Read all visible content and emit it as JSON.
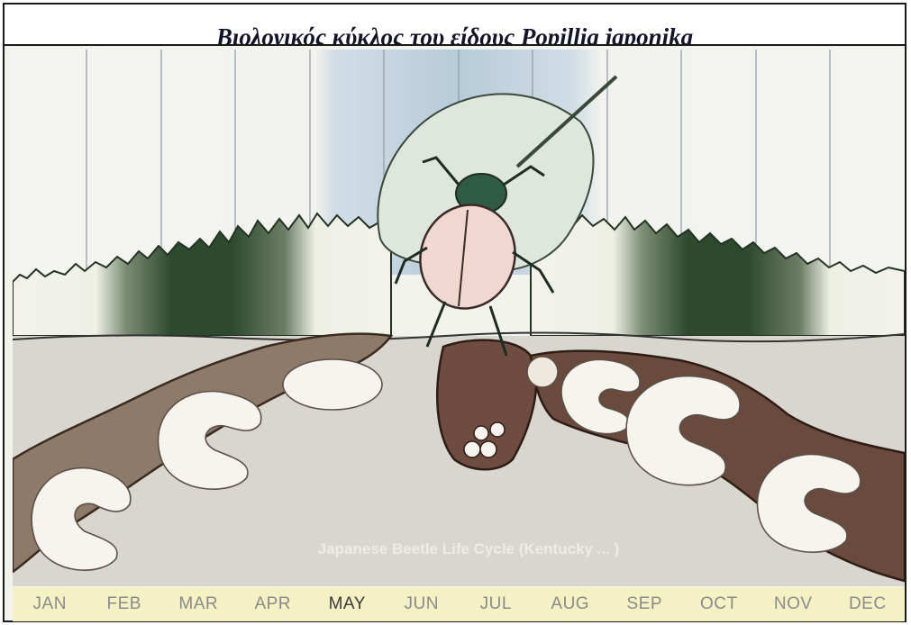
{
  "title": "Βιολογικός κύκλος του είδους  Popillia japonika",
  "months": [
    "JAN",
    "FEB",
    "MAR",
    "APR",
    "MAY",
    "JUN",
    "JUL",
    "AUG",
    "SEP",
    "OCT",
    "NOV",
    "DEC"
  ],
  "watermark": "Japanese Beetle Life Cycle (Kentucky ... )"
}
